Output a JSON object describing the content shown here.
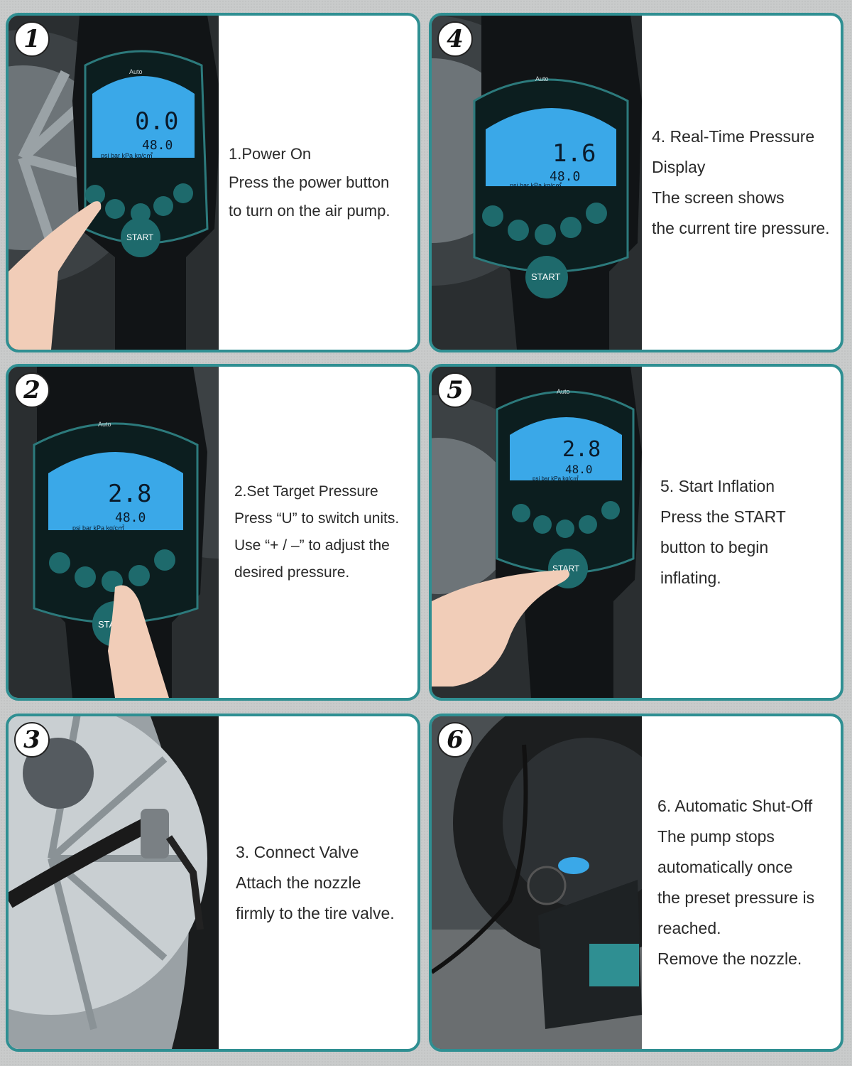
{
  "steps": [
    {
      "number": "1",
      "title": "1.Power On",
      "lines": [
        "Press the power button",
        "to turn on the air pump."
      ],
      "display": {
        "main": "0.0",
        "sub": "48.0",
        "units": "psi bar kPa kg/c㎡",
        "auto": "Auto",
        "start": "START"
      }
    },
    {
      "number": "2",
      "title": "2.Set Target Pressure",
      "lines": [
        "Press “U” to switch units.",
        "Use “+ / –” to adjust the",
        "desired pressure."
      ],
      "display": {
        "main": "2.8",
        "sub": "48.0",
        "units": "psi bar kPa kg/c㎡",
        "auto": "Auto",
        "start": "START"
      }
    },
    {
      "number": "3",
      "title": "3. Connect Valve",
      "lines": [
        "Attach the nozzle",
        "firmly to the tire valve."
      ]
    },
    {
      "number": "4",
      "title": "4. Real-Time Pressure",
      "lines": [
        "Display",
        "The screen shows",
        "the current tire pressure."
      ],
      "display": {
        "main": "1.6",
        "sub": "48.0",
        "units": "psi bar kPa kg/c㎡",
        "auto": "Auto",
        "start": "START"
      }
    },
    {
      "number": "5",
      "title": "5. Start Inflation",
      "lines": [
        "Press the START",
        "button to begin",
        "inflating."
      ],
      "display": {
        "main": "2.8",
        "sub": "48.0",
        "units": "psi bar kPa kg/c㎡",
        "auto": "Auto",
        "start": "START"
      }
    },
    {
      "number": "6",
      "title": "6. Automatic Shut-Off",
      "lines": [
        "The pump stops",
        "automatically once",
        "the preset pressure is",
        "reached.",
        "Remove the nozzle."
      ]
    }
  ],
  "colors": {
    "frame": "#2f8f92",
    "lcd": "#3aa8e8",
    "button": "#1e6a6c"
  }
}
